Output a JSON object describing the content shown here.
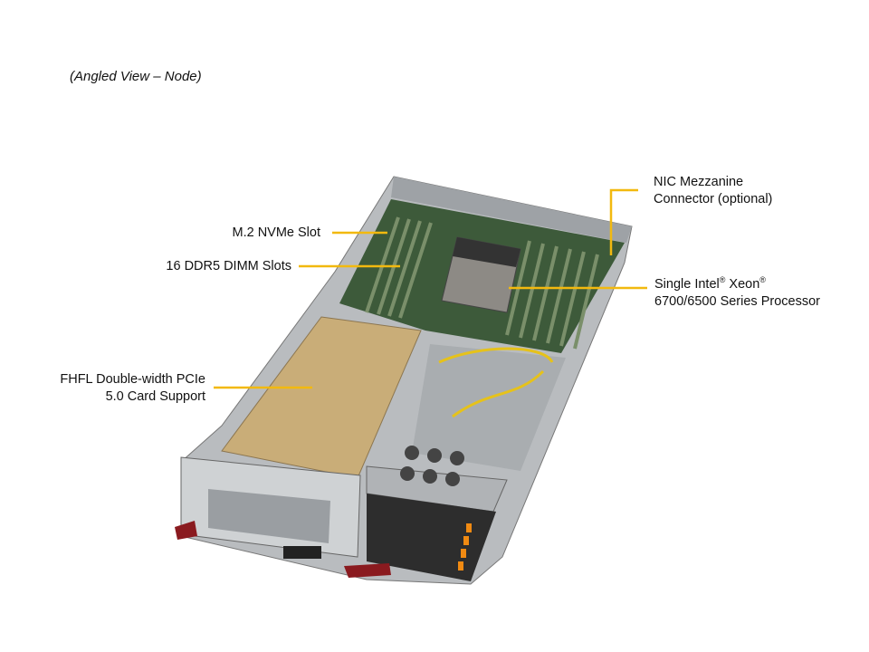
{
  "caption": "(Angled View – Node)",
  "callouts": {
    "m2": {
      "text": "M.2 NVMe Slot"
    },
    "dimm": {
      "text": "16 DDR5 DIMM Slots"
    },
    "pcie": {
      "line1": "FHFL Double-width PCIe",
      "line2": "5.0 Card Support"
    },
    "nic": {
      "line1": "NIC Mezzanine",
      "line2": "Connector (optional)"
    },
    "cpu": {
      "line1a": "Single Intel",
      "reg1": "®",
      "line1b": " Xeon",
      "reg2": "®",
      "line2": "6700/6500 Series Processor"
    }
  },
  "colors": {
    "leader": "#f2b90f",
    "chassis": "#b9bcbf",
    "board": "#3d5a3a",
    "gpu": "#c9ad78",
    "drive_tab": "#f08a12",
    "latch": "#8a1a1f"
  }
}
